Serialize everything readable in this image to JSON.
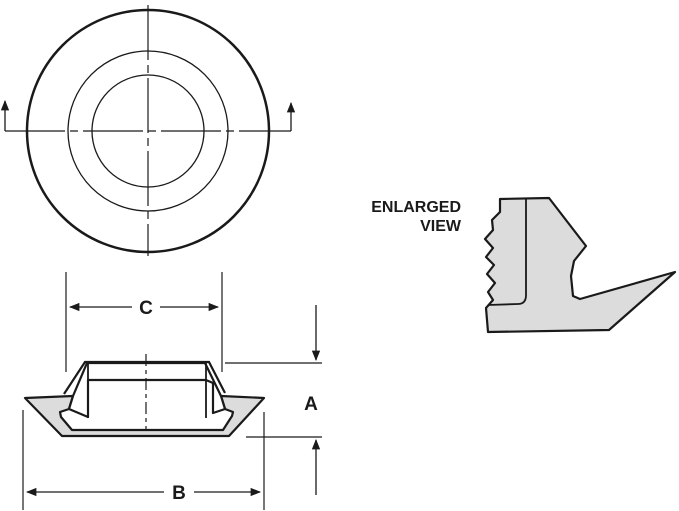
{
  "labels": {
    "dim_a": "A",
    "dim_b": "B",
    "dim_c": "C",
    "enlarged_line1": "ENLARGED",
    "enlarged_line2": "VIEW"
  },
  "colors": {
    "line": "#1a1a1a",
    "fill": "#dcdcdc",
    "background": "#ffffff"
  }
}
